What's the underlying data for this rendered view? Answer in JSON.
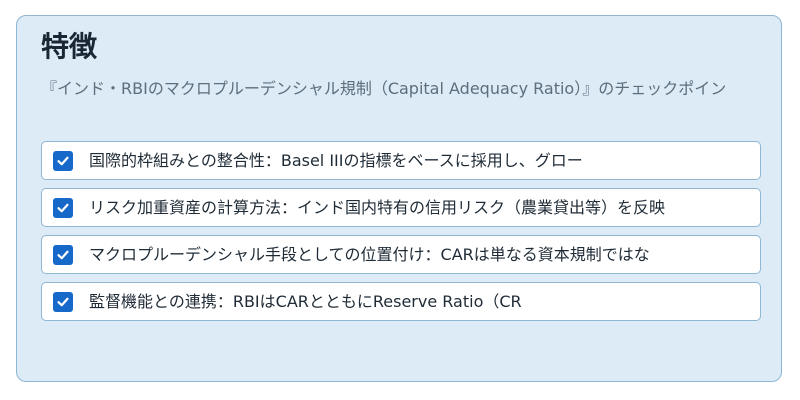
{
  "panel": {
    "title": "特徴",
    "subtitle": "『インド・RBIのマクロプルーデンシャル規制（Capital Adequacy Ratio）』のチェックポイン"
  },
  "checklist": {
    "items": [
      {
        "label": "国際的枠組みとの整合性：Basel IIIの指標をベースに採用し、グロー",
        "checked": true
      },
      {
        "label": "リスク加重資産の計算方法：インド国内特有の信用リスク（農業貸出等）を反映",
        "checked": true
      },
      {
        "label": "マクロプルーデンシャル手段としての位置付け：CARは単なる資本規制ではな",
        "checked": true
      },
      {
        "label": "監督機能との連携：RBIはCARとともにReserve Ratio（CR",
        "checked": true
      }
    ]
  },
  "colors": {
    "panel_background": "#dcebf6",
    "panel_border": "#8fb6d3",
    "checkbox_fill": "#1769c9"
  },
  "icons": {
    "checkbox": "checkmark-icon"
  }
}
